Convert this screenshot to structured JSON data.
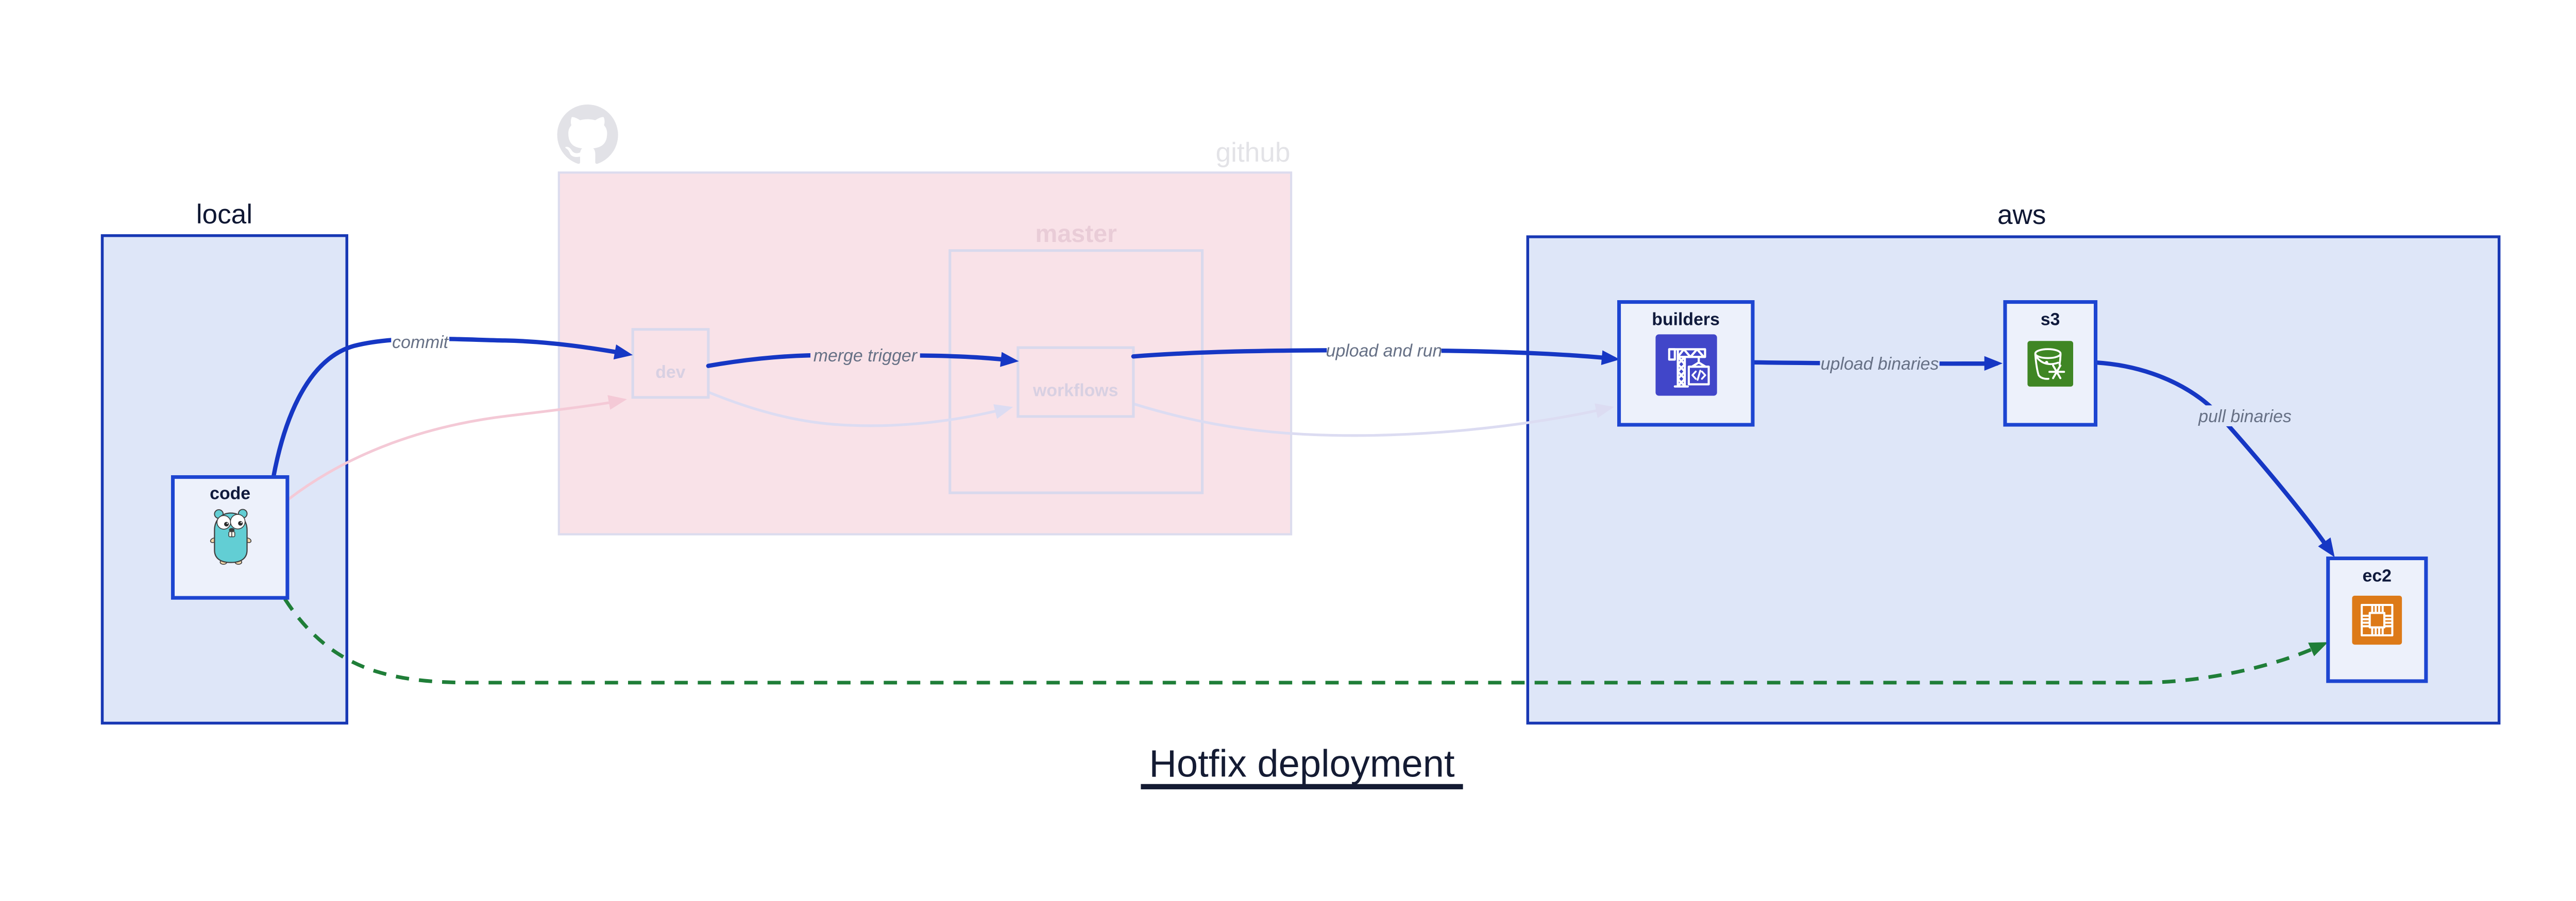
{
  "diagram": {
    "title": "Hotfix deployment",
    "groups": {
      "local": {
        "label": "local"
      },
      "github": {
        "label": "github"
      },
      "master": {
        "label": "master"
      },
      "aws": {
        "label": "aws"
      }
    },
    "nodes": {
      "code": {
        "label": "code",
        "icon": "go-gopher-icon"
      },
      "dev": {
        "label": "dev"
      },
      "workflows": {
        "label": "workflows"
      },
      "builders": {
        "label": "builders",
        "icon": "aws-codebuild-icon"
      },
      "s3": {
        "label": "s3",
        "icon": "aws-s3-glacier-icon"
      },
      "ec2": {
        "label": "ec2",
        "icon": "aws-ec2-chip-icon"
      }
    },
    "edges": {
      "commit": {
        "from": "code",
        "to": "dev",
        "label": "commit",
        "style": "solid-blue"
      },
      "merge_trigger": {
        "from": "dev",
        "to": "workflows",
        "label": "merge trigger",
        "style": "solid-blue"
      },
      "upload_and_run": {
        "from": "workflows",
        "to": "builders",
        "label": "upload and run",
        "style": "solid-blue"
      },
      "upload_binaries": {
        "from": "builders",
        "to": "s3",
        "label": "upload binaries",
        "style": "solid-blue"
      },
      "pull_binaries": {
        "from": "s3",
        "to": "ec2",
        "label": "pull binaries",
        "style": "solid-blue"
      },
      "hotfix_direct": {
        "from": "code",
        "to": "ec2",
        "label": "",
        "style": "dashed-green"
      },
      "faded_code_to_dev": {
        "from": "code",
        "to": "dev",
        "label": "",
        "style": "faded-pink"
      },
      "faded_dev_to_workflows": {
        "from": "dev",
        "to": "workflows",
        "label": "",
        "style": "faded-lavender"
      },
      "faded_workflows_to_builders": {
        "from": "workflows",
        "to": "builders",
        "label": "",
        "style": "faded-lavender"
      }
    },
    "colors": {
      "flow_blue": "#1637c4",
      "node_border_blue": "#1d45d1",
      "group_border_blue": "#1838b4",
      "group_fill_lavender": "#dee6f8",
      "node_fill": "#edf1fb",
      "github_fill_pink": "#f9e2e8",
      "faded_border": "#d9d9ed",
      "hotfix_green": "#1f7e38",
      "faded_pink_edge": "#f4c9d6",
      "faded_lavender_edge": "#dcdcf2",
      "edge_label_gray": "#667085",
      "title_navy": "#141b33",
      "codebuild_purple": "#4146c9",
      "s3_green": "#3f8624",
      "ec2_orange": "#dd7a18",
      "gopher_teal": "#62ced4",
      "octocat_gray": "#e2e2e7"
    }
  }
}
